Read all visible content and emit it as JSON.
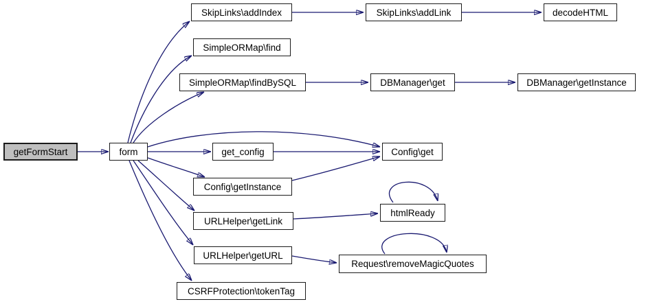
{
  "diagram": {
    "kind": "call-graph",
    "colors": {
      "edge": "#191970",
      "node_border": "#1a1a1a",
      "node_fill": "#ffffff",
      "highlight_fill": "#bfbfbf",
      "text": "#000000",
      "background": "#ffffff"
    }
  },
  "nodes": [
    {
      "label": "getFormStart",
      "highlighted": true
    },
    {
      "label": "form"
    },
    {
      "label": "SkipLinks\\addIndex"
    },
    {
      "label": "SkipLinks\\addLink"
    },
    {
      "label": "decodeHTML"
    },
    {
      "label": "SimpleORMap\\find"
    },
    {
      "label": "SimpleORMap\\findBySQL"
    },
    {
      "label": "DBManager\\get"
    },
    {
      "label": "DBManager\\getInstance"
    },
    {
      "label": "get_config"
    },
    {
      "label": "Config\\get"
    },
    {
      "label": "Config\\getInstance"
    },
    {
      "label": "URLHelper\\getLink"
    },
    {
      "label": "htmlReady"
    },
    {
      "label": "URLHelper\\getURL"
    },
    {
      "label": "Request\\removeMagicQuotes"
    },
    {
      "label": "CSRFProtection\\tokenTag"
    }
  ],
  "edges": [
    {
      "from": "getFormStart",
      "to": "form"
    },
    {
      "from": "form",
      "to": "SkipLinks\\addIndex"
    },
    {
      "from": "form",
      "to": "SimpleORMap\\find"
    },
    {
      "from": "form",
      "to": "SimpleORMap\\findBySQL"
    },
    {
      "from": "form",
      "to": "Config\\get"
    },
    {
      "from": "form",
      "to": "get_config"
    },
    {
      "from": "form",
      "to": "Config\\getInstance"
    },
    {
      "from": "form",
      "to": "URLHelper\\getLink"
    },
    {
      "from": "form",
      "to": "URLHelper\\getURL"
    },
    {
      "from": "form",
      "to": "CSRFProtection\\tokenTag"
    },
    {
      "from": "SkipLinks\\addIndex",
      "to": "SkipLinks\\addLink"
    },
    {
      "from": "SkipLinks\\addLink",
      "to": "decodeHTML"
    },
    {
      "from": "SimpleORMap\\findBySQL",
      "to": "DBManager\\get"
    },
    {
      "from": "DBManager\\get",
      "to": "DBManager\\getInstance"
    },
    {
      "from": "get_config",
      "to": "Config\\get"
    },
    {
      "from": "Config\\getInstance",
      "to": "Config\\get"
    },
    {
      "from": "URLHelper\\getLink",
      "to": "htmlReady"
    },
    {
      "from": "htmlReady",
      "to": "htmlReady"
    },
    {
      "from": "URLHelper\\getURL",
      "to": "Request\\removeMagicQuotes"
    },
    {
      "from": "Request\\removeMagicQuotes",
      "to": "Request\\removeMagicQuotes"
    }
  ]
}
